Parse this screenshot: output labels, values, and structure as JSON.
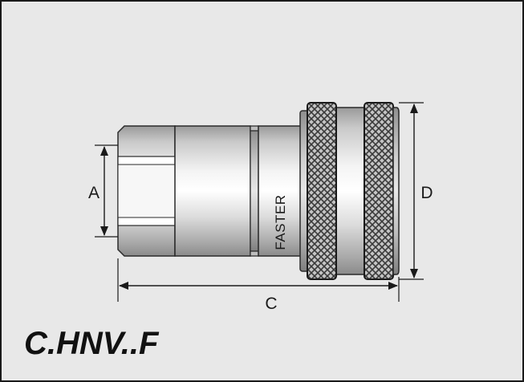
{
  "drawing": {
    "model_code": "C.HNV..F",
    "brand_marking": "FASTER",
    "dimensions": {
      "a_label": "A",
      "c_label": "C",
      "d_label": "D"
    }
  }
}
